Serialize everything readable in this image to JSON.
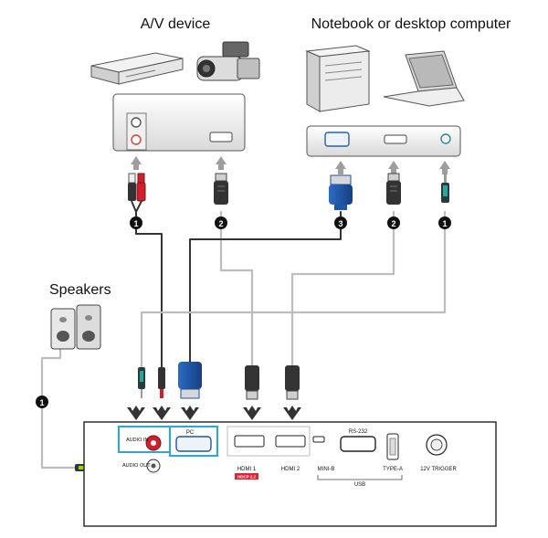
{
  "labels": {
    "av_device": "A/V device",
    "computer": "Notebook or desktop computer",
    "speakers": "Speakers"
  },
  "callouts": {
    "audio_rca": "1",
    "hdmi_av": "2",
    "vga": "3",
    "hdmi_pc": "2",
    "audio_pc": "1",
    "speaker_cable": "1"
  },
  "ports": {
    "audio_in": "AUDIO IN",
    "audio_out": "AUDIO OUT",
    "pc": "PC",
    "hdmi1": "HDMI 1",
    "hdmi_badge": "HDCP 2.2",
    "hdmi2": "HDMI 2",
    "rs232": "RS-232",
    "mini_b": "MINI-B",
    "type_a": "TYPE-A",
    "usb": "USB",
    "trigger": "12V TRIGGER"
  },
  "colors": {
    "cable_dark": "#333333",
    "cable_gray": "#bdbdbd",
    "arrow_gray": "#9e9e9e",
    "vga_blue": "#1f56a6",
    "rca_red": "#d0202c",
    "highlight_cyan": "#29a8d8",
    "badge_red": "#e32531"
  }
}
